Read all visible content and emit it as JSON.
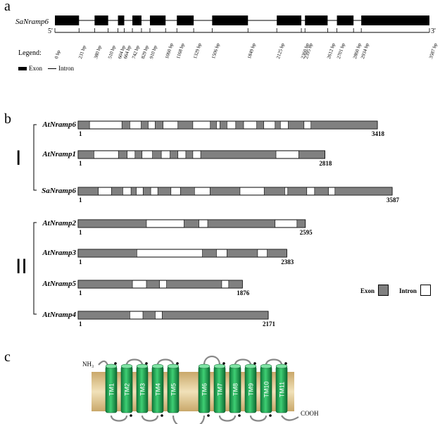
{
  "panels": {
    "a": "a",
    "b": "b",
    "c": "c"
  },
  "panel_a": {
    "gene": "SaNramp6",
    "end5": "5'",
    "end3": "3'",
    "total_bp": 3587,
    "exons": [
      [
        0,
        231
      ],
      [
        380,
        510
      ],
      [
        604,
        664
      ],
      [
        742,
        829
      ],
      [
        910,
        1060
      ],
      [
        1168,
        1329
      ],
      [
        1506,
        1849
      ],
      [
        2125,
        2360
      ],
      [
        2395,
        2612
      ],
      [
        2701,
        2860
      ],
      [
        2934,
        3587
      ]
    ],
    "ticks": [
      "0 bp",
      "231 bp",
      "380 bp",
      "510 bp",
      "604 bp",
      "664 bp",
      "742 bp",
      "829 bp",
      "910 bp",
      "1060 bp",
      "1168 bp",
      "1329 bp",
      "1506 bp",
      "1849 bp",
      "2125 bp",
      "2360 bp",
      "2395 bp",
      "2612 bp",
      "2701 bp",
      "2860 bp",
      "2934 bp",
      "3587 bp"
    ],
    "tick_values": [
      0,
      231,
      380,
      510,
      604,
      664,
      742,
      829,
      910,
      1060,
      1168,
      1329,
      1506,
      1849,
      2125,
      2360,
      2395,
      2612,
      2701,
      2860,
      2934,
      3587
    ],
    "legend_title": "Legend:",
    "legend_exon": "Exon",
    "legend_intron": "Intron"
  },
  "panel_b": {
    "groups": [
      "I",
      "II"
    ],
    "legend_exon": "Exon",
    "legend_intron": "Intron",
    "start_label": "1",
    "genes": [
      {
        "name": "AtNramp6",
        "end": "3418",
        "length": 3418,
        "exons": [
          [
            0,
            130
          ],
          [
            500,
            590
          ],
          [
            720,
            800
          ],
          [
            880,
            970
          ],
          [
            1140,
            1310
          ],
          [
            1510,
            1580
          ],
          [
            1620,
            1700
          ],
          [
            1800,
            1890
          ],
          [
            2040,
            2120
          ],
          [
            2250,
            2310
          ],
          [
            2400,
            2580
          ],
          [
            2660,
            3418
          ]
        ]
      },
      {
        "name": "AtNramp1",
        "end": "2818",
        "length": 2818,
        "exons": [
          [
            0,
            180
          ],
          [
            460,
            560
          ],
          [
            650,
            730
          ],
          [
            850,
            950
          ],
          [
            1050,
            1140
          ],
          [
            1230,
            1310
          ],
          [
            1400,
            2260
          ],
          [
            2520,
            2818
          ]
        ]
      },
      {
        "name": "SaNramp6",
        "end": "3587",
        "length": 3587,
        "exons": [
          [
            0,
            231
          ],
          [
            380,
            510
          ],
          [
            604,
            664
          ],
          [
            742,
            829
          ],
          [
            910,
            1060
          ],
          [
            1168,
            1329
          ],
          [
            1506,
            1849
          ],
          [
            2125,
            2360
          ],
          [
            2395,
            2612
          ],
          [
            2701,
            2860
          ],
          [
            2934,
            3587
          ]
        ]
      },
      {
        "name": "AtNramp2",
        "end": "2595",
        "length": 2595,
        "exons": [
          [
            0,
            780
          ],
          [
            1210,
            1380
          ],
          [
            1480,
            2250
          ],
          [
            2500,
            2595
          ]
        ]
      },
      {
        "name": "AtNramp3",
        "end": "2383",
        "length": 2383,
        "exons": [
          [
            0,
            670
          ],
          [
            1420,
            1580
          ],
          [
            1700,
            2050
          ],
          [
            2160,
            2383
          ]
        ]
      },
      {
        "name": "AtNramp5",
        "end": "1876",
        "length": 1876,
        "exons": [
          [
            0,
            620
          ],
          [
            780,
            930
          ],
          [
            1010,
            1640
          ],
          [
            1720,
            1876
          ]
        ]
      },
      {
        "name": "AtNramp4",
        "end": "2171",
        "length": 2171,
        "exons": [
          [
            0,
            590
          ],
          [
            740,
            880
          ],
          [
            960,
            2171
          ]
        ]
      }
    ]
  },
  "panel_c": {
    "nh3": "NH₃",
    "cooh": "COOH",
    "helices": [
      "TM1",
      "TM2",
      "TM3",
      "TM4",
      "TM5",
      "TM6",
      "TM7",
      "TM8",
      "TM9",
      "TM10",
      "TM11"
    ]
  }
}
